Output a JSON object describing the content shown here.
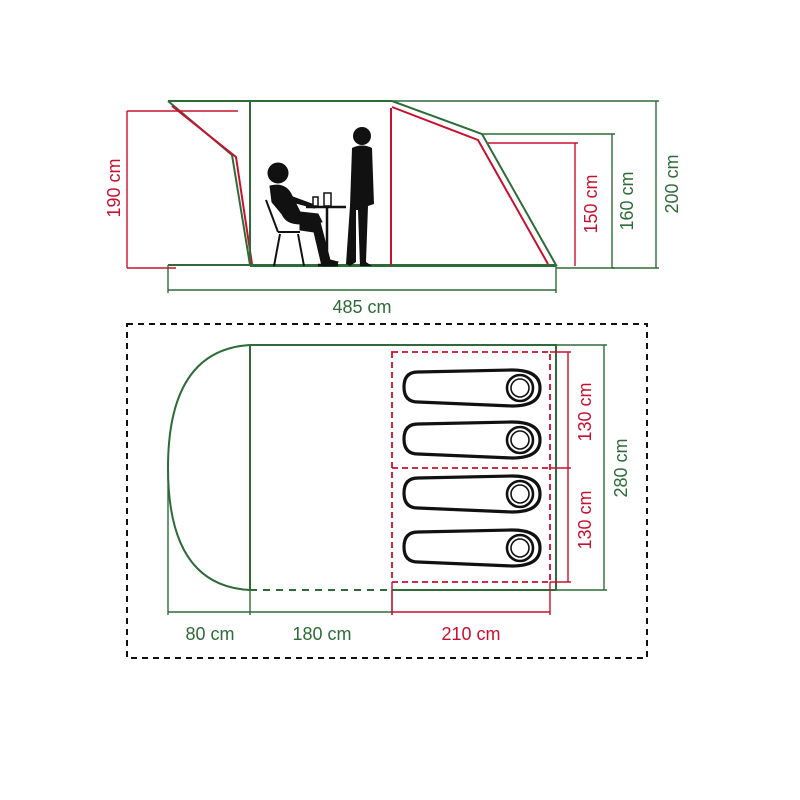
{
  "side_view": {
    "height_total": "190 cm",
    "height_bedroom_back": "150 cm",
    "height_bedroom": "160 cm",
    "height_max": "200 cm",
    "length": "485 cm"
  },
  "floor_plan": {
    "porch_depth": "80 cm",
    "living_depth": "180 cm",
    "bedroom_depth": "210 cm",
    "bedroom_width_top": "130 cm",
    "bedroom_width_bottom": "130 cm",
    "total_width": "280 cm"
  },
  "colors": {
    "outline_green": "#2e6b38",
    "dimension_red": "#c8102e",
    "figure_black": "#111111",
    "dashed_border": "#111111"
  }
}
